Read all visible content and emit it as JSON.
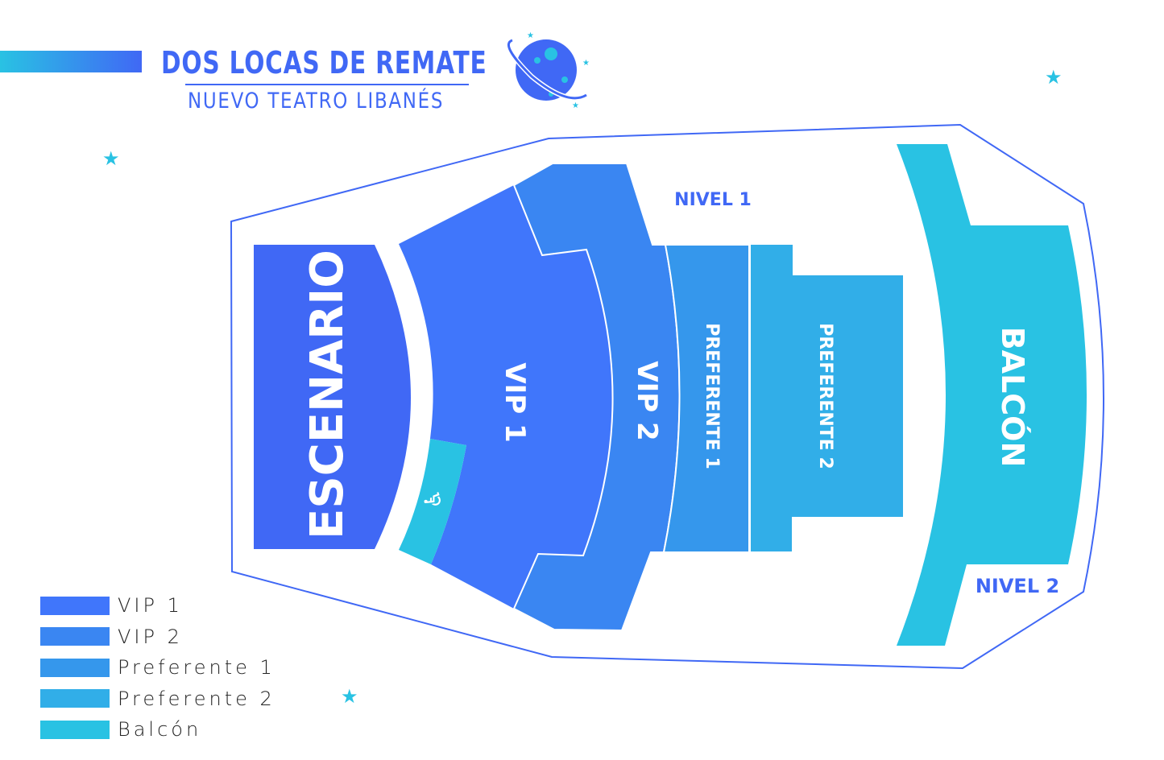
{
  "header": {
    "title": "DOS LOCAS DE REMATE",
    "subtitle": "NUEVO TEATRO LIBANÉS",
    "logo_icon": "planet-icon"
  },
  "map": {
    "stage_label": "ESCENARIO",
    "level1_label": "NIVEL 1",
    "level2_label": "NIVEL 2",
    "sections": [
      {
        "label": "VIP 1",
        "color": "#4076fb"
      },
      {
        "label": "VIP 2",
        "color": "#3a86f2"
      },
      {
        "label": "PREFERENTE 1",
        "color": "#3597ec"
      },
      {
        "label": "PREFERENTE 2",
        "color": "#31aee8"
      },
      {
        "label": "BALCÓN",
        "color": "#29c2e3"
      }
    ],
    "stage_color": "#4068f5",
    "accessible_icon": "wheelchair-icon",
    "outline_color": "#4068f5"
  },
  "legend": [
    {
      "label": "VIP 1",
      "color": "#4076fb"
    },
    {
      "label": "VIP 2",
      "color": "#3a86f2"
    },
    {
      "label": "Preferente 1",
      "color": "#3597ec"
    },
    {
      "label": "Preferente 2",
      "color": "#31aee8"
    },
    {
      "label": "Balcón",
      "color": "#29c2e3"
    }
  ]
}
